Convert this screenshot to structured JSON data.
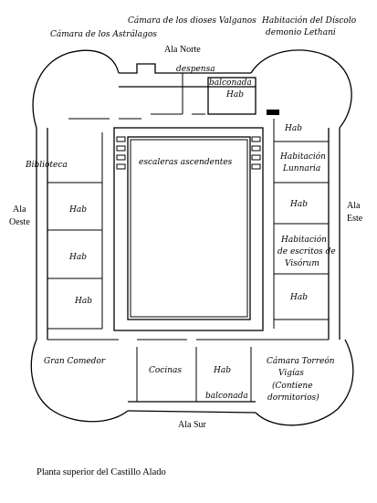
{
  "labels": {
    "camara_dioses": "Cámara de los dioses Valganos",
    "habitacion_discolo_1": "Habitación del Díscolo",
    "habitacion_discolo_2": "demonio Lethani",
    "camara_astralagos": "Cámara de los Astrálagos",
    "ala_norte": "Ala Norte",
    "despensa": "despensa",
    "balconada_hab_1": "balconada",
    "balconada_hab_2": "Hab",
    "hab_ne": "Hab",
    "biblioteca": "Biblioteca",
    "escaleras": "escaleras ascendentes",
    "habitacion_lunnaria_1": "Habitación",
    "habitacion_lunnaria_2": "Lunnaria",
    "ala_oeste_1": "Ala",
    "ala_oeste_2": "Oeste",
    "ala_este_1": "Ala",
    "ala_este_2": "Este",
    "hab_w1": "Hab",
    "hab_e1": "Hab",
    "hab_w2": "Hab",
    "habitacion_visorum_1": "Habitación",
    "habitacion_visorum_2": "de escritos de",
    "habitacion_visorum_3": "Visórum",
    "hab_w3": "Hab",
    "hab_e2": "Hab",
    "gran_comedor": "Gran Comedor",
    "cocinas": "Cocinas",
    "hab_s": "Hab",
    "balconada_s": "balconada",
    "torreon_1": "Cámara Torreón",
    "torreon_2": "Vigías",
    "torreon_3": "(Contiene",
    "torreon_4": "dormitorios)",
    "ala_sur": "Ala Sur",
    "caption": "Planta superior del Castillo Alado"
  }
}
